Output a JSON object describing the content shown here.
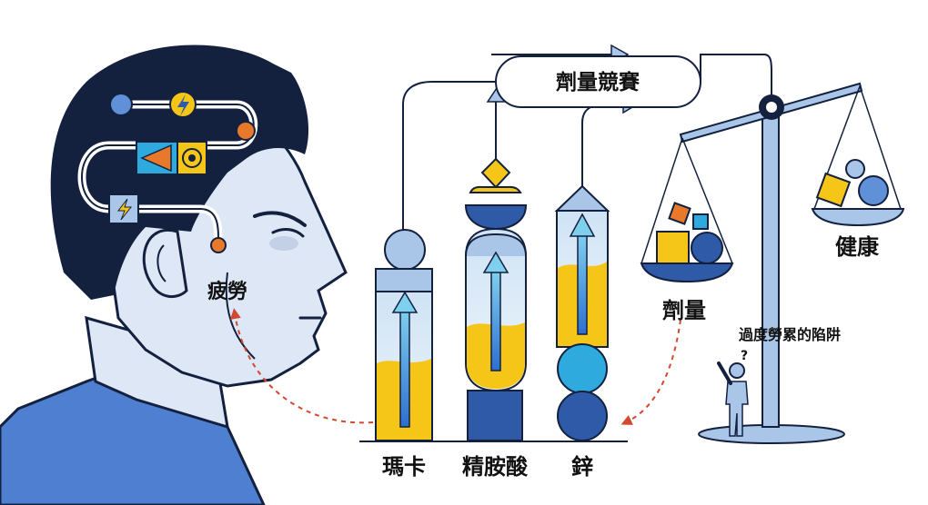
{
  "labels": {
    "fatigue": "疲勞",
    "dose_race": "劑量競賽",
    "maca": "瑪卡",
    "arginine": "精胺酸",
    "zinc": "鋅",
    "dose": "劑量",
    "health": "健康",
    "overwork_trap": "過度勞累的陷阱",
    "question_mark": "?"
  },
  "colors": {
    "navy": "#13213f",
    "skin": "#dde7f6",
    "shirt": "#4f7fd0",
    "yellow": "#f5c518",
    "blue": "#2e5aa8",
    "light_blue": "#2eaadf",
    "orange": "#e8792b",
    "red_dashed": "#d1492e"
  }
}
